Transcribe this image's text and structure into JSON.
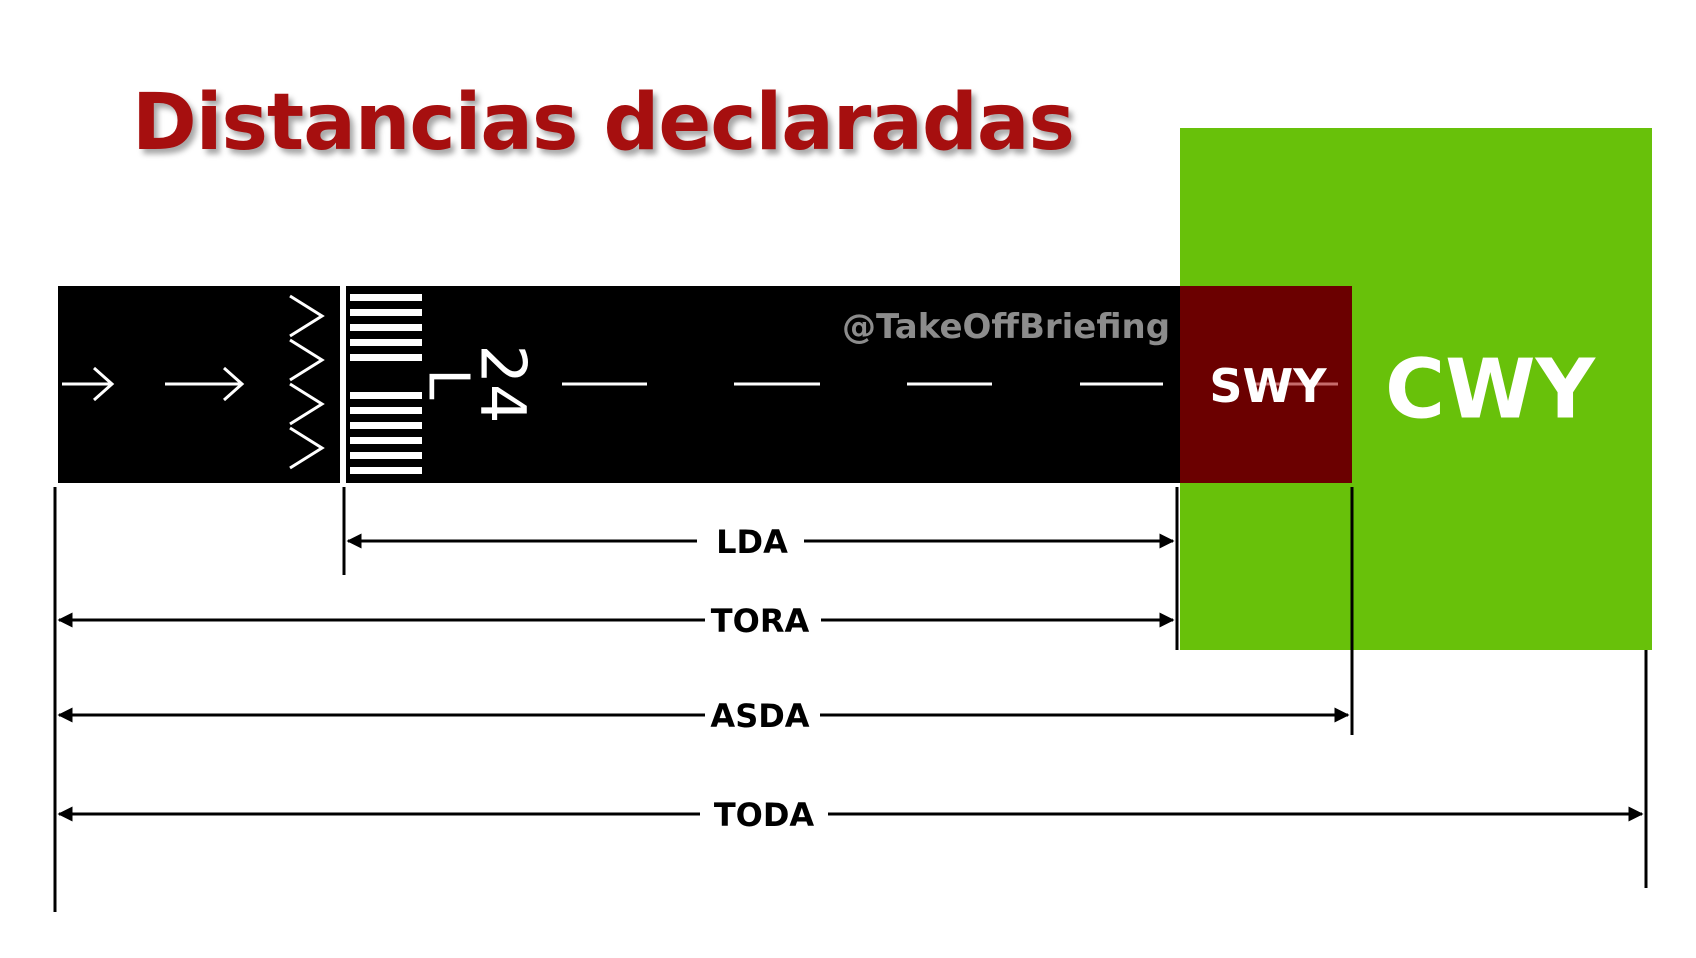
{
  "title": "Distancias declaradas",
  "colors": {
    "title": "#a60f0f",
    "runway": "#000000",
    "markings": "#ffffff",
    "stopway": "#6b0000",
    "clearway": "#68c10a",
    "line": "#000000"
  },
  "runway": {
    "designator_number": "24",
    "designator_letter": "L",
    "watermark": "@TakeOffBriefing"
  },
  "areas": {
    "stopway_label": "SWY",
    "clearway_label": "CWY"
  },
  "distances": [
    {
      "key": "lda",
      "label": "LDA"
    },
    {
      "key": "tora",
      "label": "TORA"
    },
    {
      "key": "asda",
      "label": "ASDA"
    },
    {
      "key": "toda",
      "label": "TODA"
    }
  ]
}
